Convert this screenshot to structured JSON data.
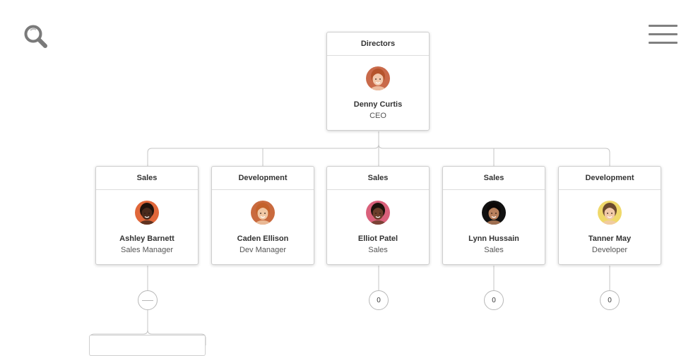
{
  "toolbar": {
    "search_icon": "search-icon",
    "menu_icon": "hamburger-menu-icon"
  },
  "root": {
    "department": "Directors",
    "name": "Denny Curtis",
    "title": "CEO",
    "avatar_colors": {
      "bg": "#c96a4a",
      "skin": "#f2c9ad",
      "hair": "#b5542c"
    }
  },
  "reports": [
    {
      "department": "Sales",
      "name": "Ashley Barnett",
      "title": "Sales Manager",
      "children": "",
      "expanded": true,
      "avatar_colors": {
        "bg": "#e0673a",
        "skin": "#4a2a1c",
        "hair": "#1f120c"
      }
    },
    {
      "department": "Development",
      "name": "Caden Ellison",
      "title": "Dev Manager",
      "children": "",
      "expanded": false,
      "avatar_colors": {
        "bg": "#c96a3e",
        "skin": "#f0c7a4",
        "hair": "#c4622c"
      }
    },
    {
      "department": "Sales",
      "name": "Elliot Patel",
      "title": "Sales",
      "children": "0",
      "expanded": false,
      "avatar_colors": {
        "bg": "#d9607a",
        "skin": "#6b3d2a",
        "hair": "#1c110b"
      }
    },
    {
      "department": "Sales",
      "name": "Lynn Hussain",
      "title": "Sales",
      "children": "0",
      "expanded": false,
      "avatar_colors": {
        "bg": "#111111",
        "skin": "#b8805c",
        "hair": "#0d0908"
      }
    },
    {
      "department": "Development",
      "name": "Tanner May",
      "title": "Developer",
      "children": "0",
      "expanded": false,
      "avatar_colors": {
        "bg": "#efd86a",
        "skin": "#f1c9a8",
        "hair": "#6b4a2e"
      }
    }
  ]
}
